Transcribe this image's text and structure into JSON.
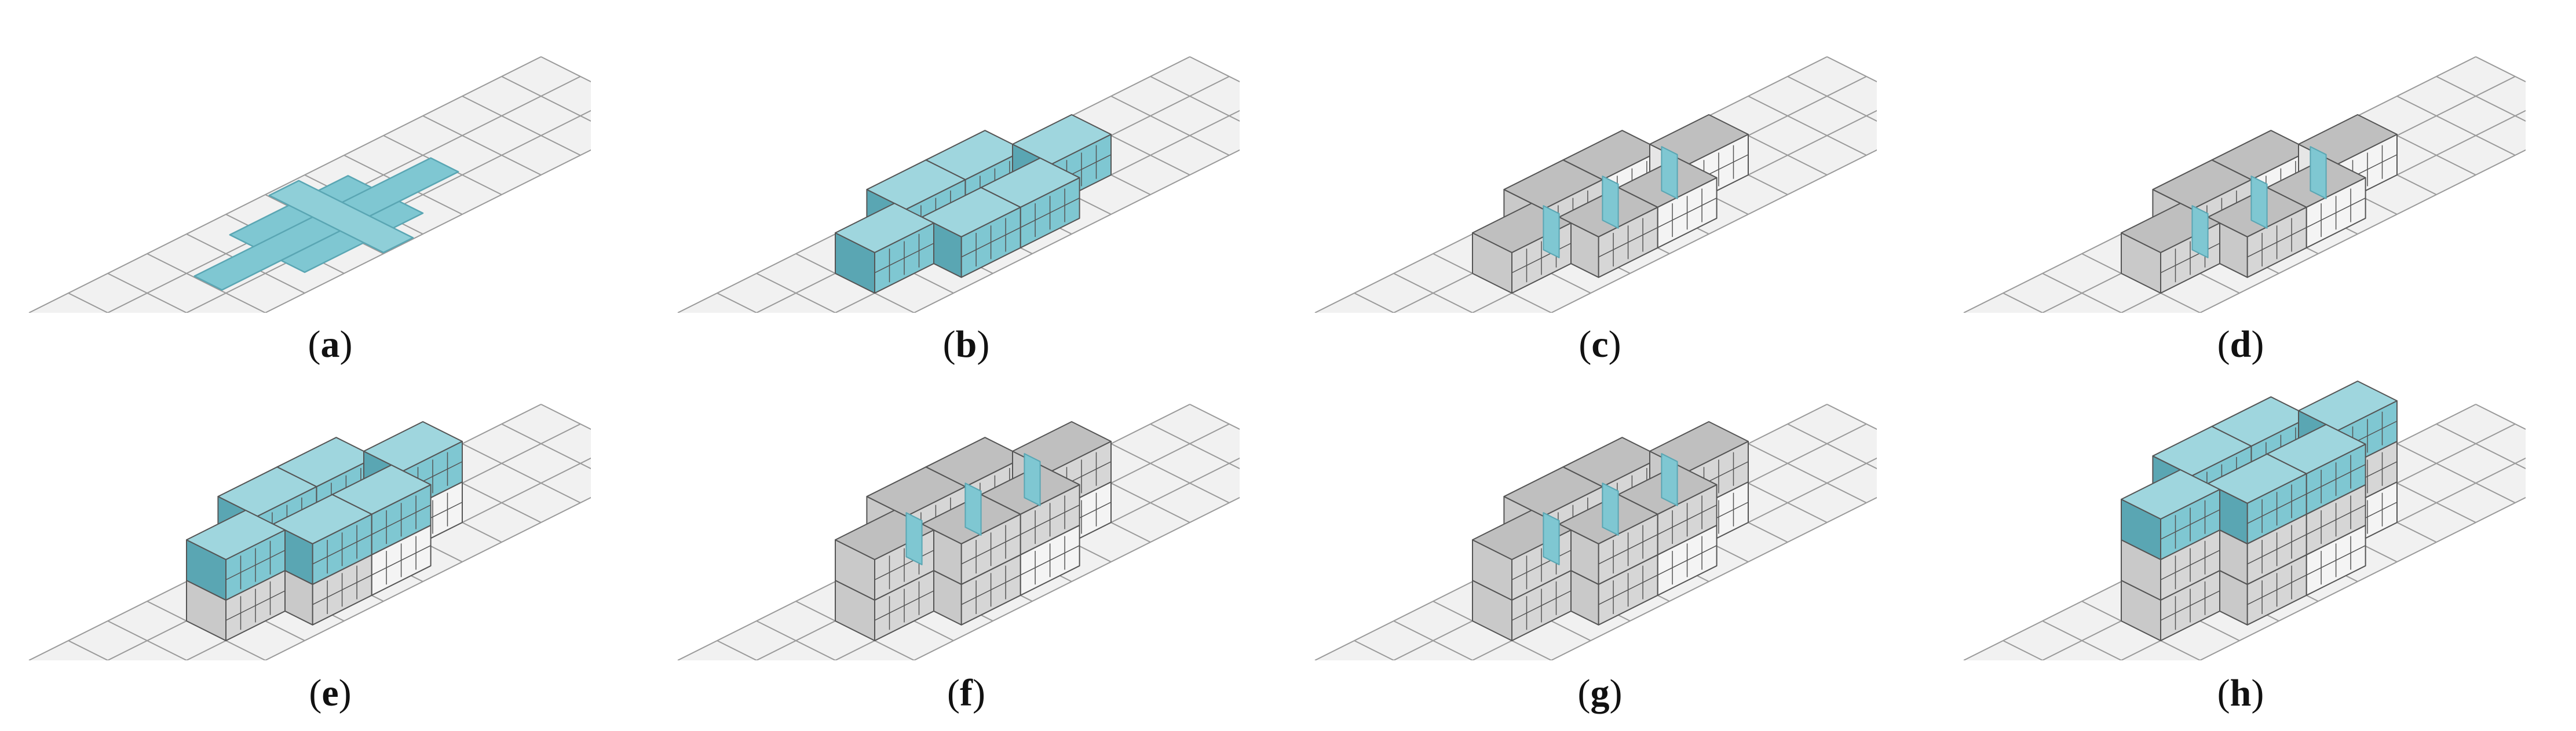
{
  "figure": {
    "panels": [
      {
        "id": "a",
        "label": "a",
        "stage": "footprint",
        "colors": {
          "accent": "#7cc4cf",
          "accent_dark": "#4b8c96"
        }
      },
      {
        "id": "b",
        "label": "b",
        "stage": "all-blue-modules"
      },
      {
        "id": "c",
        "label": "c",
        "stage": "grey-modules-blue-connectors"
      },
      {
        "id": "d",
        "label": "d",
        "stage": "grey-modules-blue-inner-walls"
      },
      {
        "id": "e",
        "label": "e",
        "stage": "second-level-blue"
      },
      {
        "id": "f",
        "label": "f",
        "stage": "second-level-blue-walls"
      },
      {
        "id": "g",
        "label": "g",
        "stage": "second-level-blue-connectors"
      },
      {
        "id": "h",
        "label": "h",
        "stage": "third-level-blue-open"
      }
    ]
  },
  "colors": {
    "blue_face": "#7fc7d2",
    "blue_dark": "#5aa6b3",
    "blue_top": "#9fd6de",
    "grey_top": "#bfbfbf",
    "grey_side": "#d6d6d6",
    "white_side": "#f4f4f4",
    "grid_fill": "#f1f1f1",
    "grid_line": "#9a9a9a",
    "outline": "#555555"
  }
}
